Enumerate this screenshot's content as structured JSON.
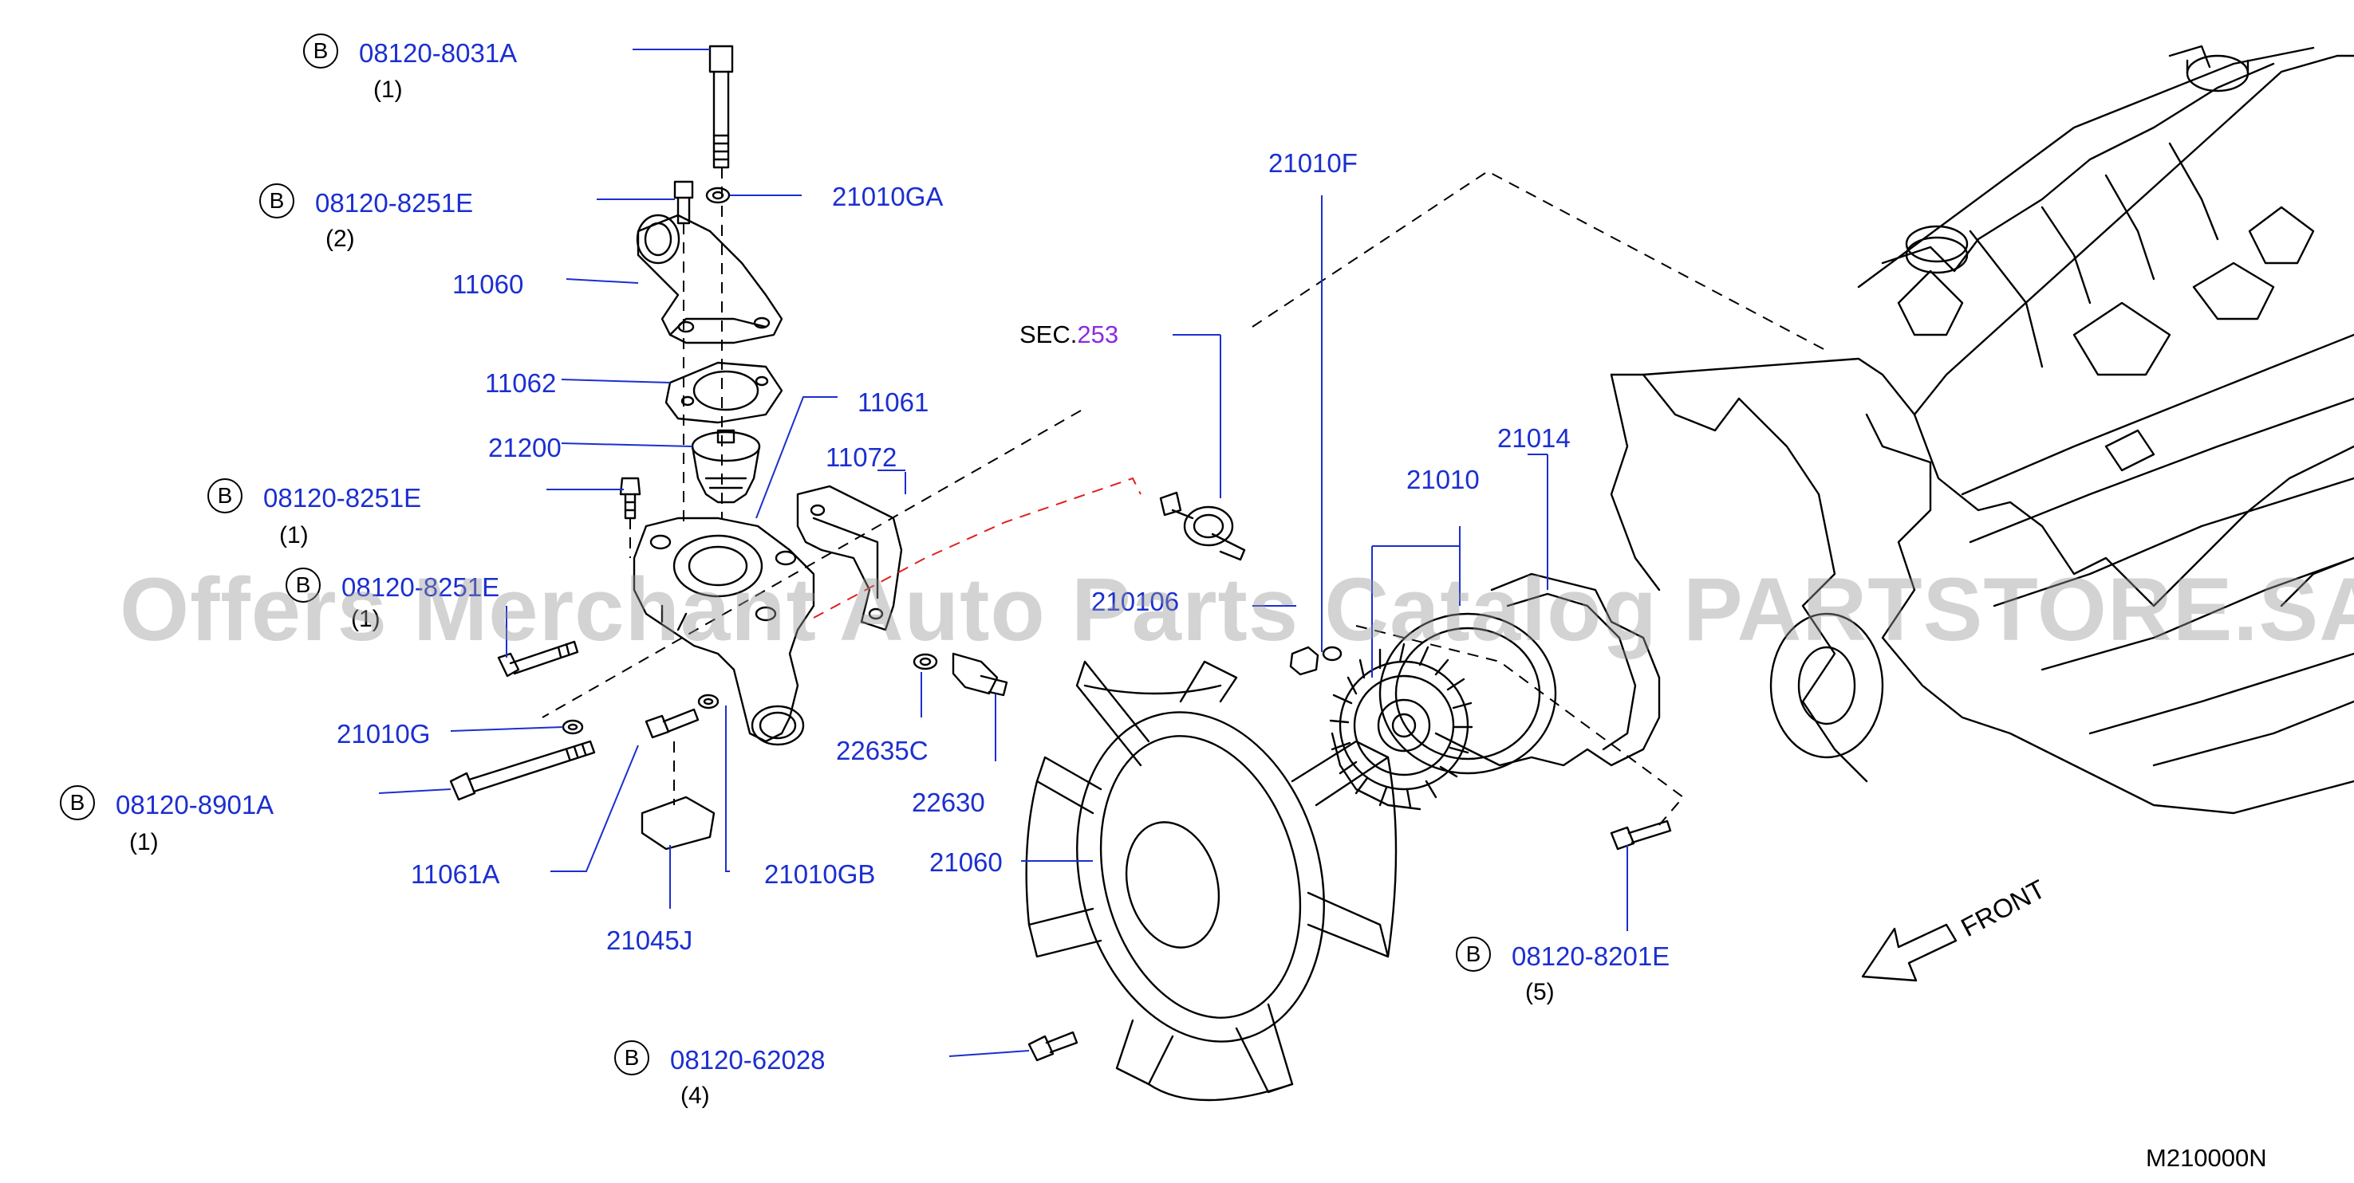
{
  "callouts": [
    {
      "id": "c1",
      "badge": "B",
      "part": "08120-8031A",
      "qty": "(1)"
    },
    {
      "id": "c2",
      "badge": "B",
      "part": "08120-8251E",
      "qty": "(2)"
    },
    {
      "id": "c3",
      "badge": "B",
      "part": "08120-8251E",
      "qty": "(1)"
    },
    {
      "id": "c4",
      "badge": "B",
      "part": "08120-8251E",
      "qty": "(1)"
    },
    {
      "id": "c5",
      "badge": "B",
      "part": "08120-8901A",
      "qty": "(1)"
    },
    {
      "id": "c6",
      "badge": "B",
      "part": "08120-62028",
      "qty": "(4)"
    },
    {
      "id": "c7",
      "badge": "B",
      "part": "08120-8201E",
      "qty": "(5)"
    }
  ],
  "parts": {
    "p21010GA": "21010GA",
    "p11060": "11060",
    "p11062": "11062",
    "p21200": "21200",
    "p11061": "11061",
    "p11072": "11072",
    "p21010G": "21010G",
    "p11061A": "11061A",
    "p21010GB": "21010GB",
    "p21045J": "21045J",
    "p22635C": "22635C",
    "p22630": "22630",
    "p21060": "21060",
    "p21010F": "21010F",
    "p21010": "21010",
    "p21014": "21014",
    "p210106": "210106"
  },
  "sec": {
    "prefix": "SEC.",
    "number": "253"
  },
  "front_label": "FRONT",
  "diagram_id": "M210000N",
  "watermark": "Offers Merchant Auto Parts Catalog PARTSTORE.SA",
  "colors": {
    "callout_text": "#1b2fd0",
    "sec_number": "#8a2be2",
    "leader_line": "#1b2fd0",
    "drawing": "#000000",
    "red_dashed": "#e02020"
  }
}
